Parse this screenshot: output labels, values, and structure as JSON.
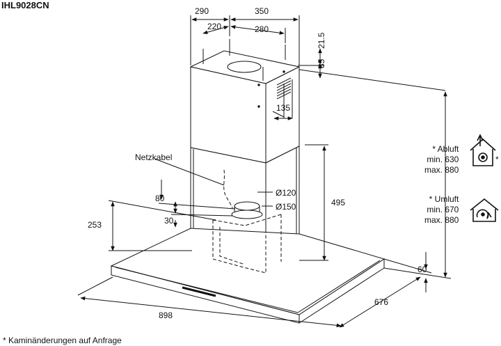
{
  "model": "IHL9028CN",
  "callouts": {
    "netzkabel": "Netzkabel"
  },
  "dimensions": {
    "top_290": "290",
    "top_350": "350",
    "top_220": "220",
    "top_280": "280",
    "vert_21_5": "21.5",
    "vert_85": "85",
    "d_135": "135",
    "d_120": "Ø120",
    "d_150": "Ø150",
    "h_495": "495",
    "h_80": "80",
    "h_30": "30",
    "h_253": "253",
    "h_60": "60",
    "w_898": "898",
    "w_676": "676"
  },
  "modes": {
    "abluft": {
      "label": "* Abluft",
      "min": "min. 630",
      "max": "max. 880"
    },
    "umluft": {
      "label": "* Umluft",
      "min": "min. 670",
      "max": "max. 880"
    },
    "icon_asterisk": "*"
  },
  "footnote": "* Kaminänderungen auf Anfrage"
}
